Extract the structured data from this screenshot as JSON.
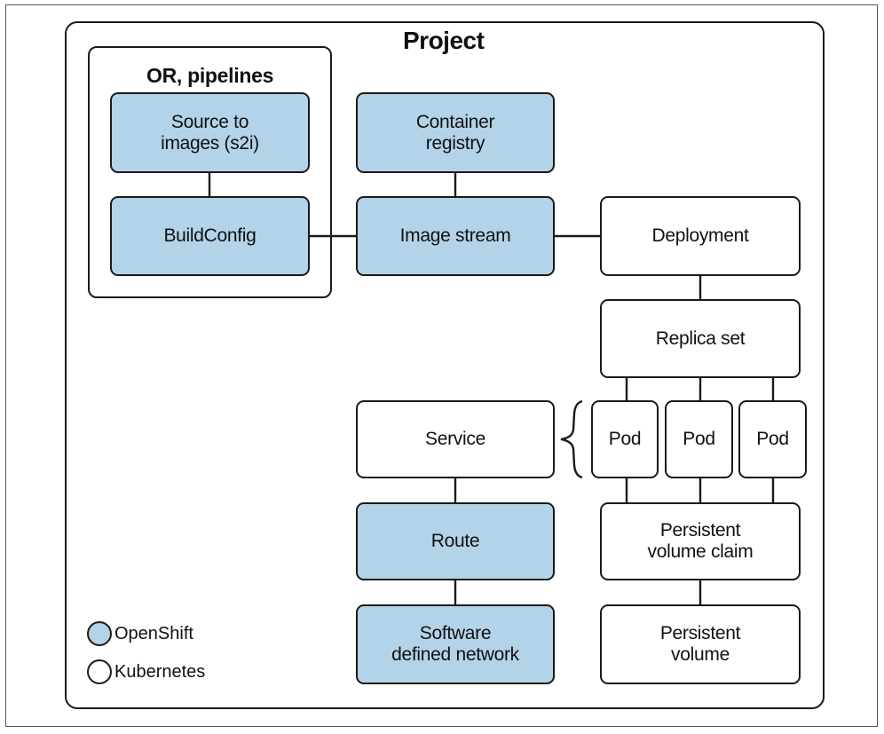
{
  "project_title": "Project",
  "group_title": "OR, pipelines",
  "nodes": {
    "s2i": "Source to\nimages (s2i)",
    "buildconfig": "BuildConfig",
    "registry": "Container\nregistry",
    "imagestream": "Image stream",
    "deployment": "Deployment",
    "replicaset": "Replica set",
    "service": "Service",
    "pod1": "Pod",
    "pod2": "Pod",
    "pod3": "Pod",
    "route": "Route",
    "pvc": "Persistent\nvolume claim",
    "sdn": "Software\ndefined network",
    "pv": "Persistent\nvolume"
  },
  "legend": {
    "openshift": "OpenShift",
    "kubernetes": "Kubernetes"
  },
  "colors": {
    "openshift": "#b3d3e8",
    "kubernetes": "#ffffff",
    "stroke": "#1a1a1a"
  }
}
